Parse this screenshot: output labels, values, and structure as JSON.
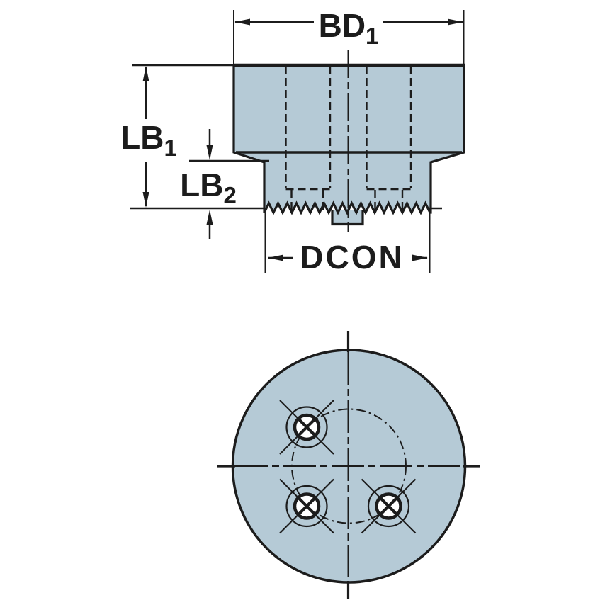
{
  "dimensions": {
    "bd1": {
      "label": "BD",
      "subscript": "1"
    },
    "lb1": {
      "label": "LB",
      "subscript": "1"
    },
    "lb2": {
      "label": "LB",
      "subscript": "2"
    },
    "dcon": {
      "label": "DCON"
    }
  },
  "colors": {
    "part_fill": "#b5cad6",
    "line_color": "#1c1c1c",
    "background": "#ffffff",
    "hole_fill": "#ffffff"
  }
}
